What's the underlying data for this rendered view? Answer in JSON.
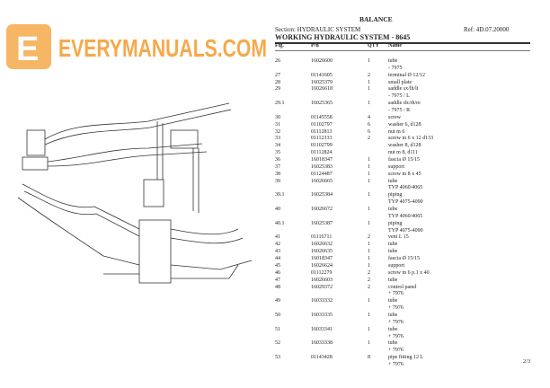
{
  "header": {
    "title": "BALANCE",
    "section": "Section: HYDRAULIC SYSTEM",
    "ref": "Ref: 4D.07.20000",
    "subtitle": "WORKING HYDRAULIC SYSTEM - 8645"
  },
  "columns": {
    "fig": "Fig.",
    "pn": "P/n",
    "qty": "QTY",
    "name": "Name"
  },
  "rows": [
    {
      "fig": "26",
      "pn": "16026600",
      "qty": "1",
      "name": "tube",
      "sub": [
        "- 7975"
      ]
    },
    {
      "fig": "27",
      "pn": "01141605",
      "qty": "2",
      "name": "terminal Ø 12/12",
      "sub": []
    },
    {
      "fig": "28",
      "pn": "16025379",
      "qty": "1",
      "name": "small plate",
      "sub": []
    },
    {
      "fig": "29",
      "pn": "16026618",
      "qty": "1",
      "name": "saddle sx/lh/li",
      "sub": [
        "- 7975 / L"
      ]
    },
    {
      "fig": "29.1",
      "pn": "16025365",
      "qty": "1",
      "name": "saddle dx/rh/re",
      "sub": [
        "- 7975 / R"
      ]
    },
    {
      "fig": "30",
      "pn": "01145558",
      "qty": "4",
      "name": "screw",
      "sub": []
    },
    {
      "fig": "31",
      "pn": "01102797",
      "qty": "6",
      "name": "washer 6, d128",
      "sub": []
    },
    {
      "fig": "32",
      "pn": "01112813",
      "qty": "6",
      "name": "nut m 6",
      "sub": []
    },
    {
      "fig": "33",
      "pn": "01112333",
      "qty": "2",
      "name": "screw m 6 x 12 d133",
      "sub": []
    },
    {
      "fig": "34",
      "pn": "01102799",
      "qty": "",
      "name": "washer 8, d128",
      "sub": []
    },
    {
      "fig": "35",
      "pn": "01112824",
      "qty": "",
      "name": "nut m 8, d111",
      "sub": []
    },
    {
      "fig": "36",
      "pn": "16018347",
      "qty": "1",
      "name": "fascia Ø 15/15",
      "sub": []
    },
    {
      "fig": "37",
      "pn": "16025383",
      "qty": "1",
      "name": "support",
      "sub": []
    },
    {
      "fig": "38",
      "pn": "01124487",
      "qty": "1",
      "name": "screw m 8 x 45",
      "sub": []
    },
    {
      "fig": "39",
      "pn": "16026665",
      "qty": "1",
      "name": "tube",
      "sub": [
        "TYP 4060/4065"
      ]
    },
    {
      "fig": "39.1",
      "pn": "16025384",
      "qty": "1",
      "name": "piping",
      "sub": [
        "TYP 4075-4090"
      ]
    },
    {
      "fig": "40",
      "pn": "16026672",
      "qty": "1",
      "name": "tube",
      "sub": [
        "TYP 4060/4065"
      ]
    },
    {
      "fig": "40.1",
      "pn": "16025387",
      "qty": "1",
      "name": "piping",
      "sub": [
        "TYP 4075-4090"
      ]
    },
    {
      "fig": "41",
      "pn": "01116711",
      "qty": "2",
      "name": "vent L 15",
      "sub": []
    },
    {
      "fig": "42",
      "pn": "16026632",
      "qty": "1",
      "name": "tube",
      "sub": []
    },
    {
      "fig": "43",
      "pn": "16026635",
      "qty": "1",
      "name": "tube",
      "sub": []
    },
    {
      "fig": "44",
      "pn": "16018347",
      "qty": "1",
      "name": "fascia Ø 15/15",
      "sub": []
    },
    {
      "fig": "45",
      "pn": "16026624",
      "qty": "1",
      "name": "support",
      "sub": []
    },
    {
      "fig": "46",
      "pn": "01112279",
      "qty": "2",
      "name": "screw m 6 p.1 x 40",
      "sub": []
    },
    {
      "fig": "47",
      "pn": "16026603",
      "qty": "2",
      "name": "tube",
      "sub": []
    },
    {
      "fig": "48",
      "pn": "16029372",
      "qty": "2",
      "name": "control panel",
      "sub": [
        "+ 7976"
      ]
    },
    {
      "fig": "49",
      "pn": "16033332",
      "qty": "1",
      "name": "tube",
      "sub": [
        "+ 7976"
      ]
    },
    {
      "fig": "50",
      "pn": "16033335",
      "qty": "1",
      "name": "tube",
      "sub": [
        "+ 7976"
      ]
    },
    {
      "fig": "51",
      "pn": "16033341",
      "qty": "1",
      "name": "tube",
      "sub": [
        "+ 7976"
      ]
    },
    {
      "fig": "52",
      "pn": "16033338",
      "qty": "1",
      "name": "tube",
      "sub": [
        "+ 7976"
      ]
    },
    {
      "fig": "53",
      "pn": "01143428",
      "qty": "8",
      "name": "pipe fitting 12 L",
      "sub": [
        "+ 7976"
      ]
    }
  ],
  "page_number": "2/3",
  "watermark": {
    "text": "EVERYMANUALS.COM",
    "logo_letter": "E",
    "color": "#f5a94a"
  }
}
